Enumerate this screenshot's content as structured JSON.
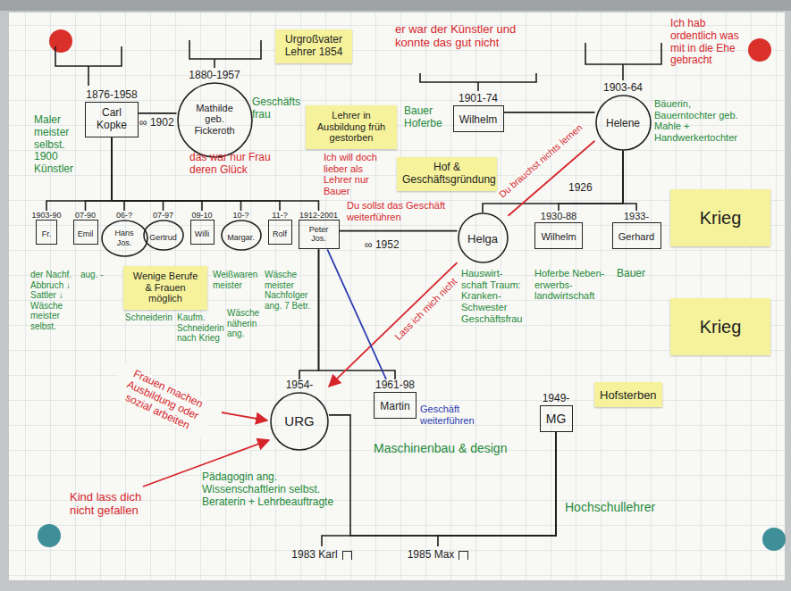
{
  "diagram": {
    "nodes": [
      {
        "text": [
          "1876-1958",
          "Carl Kopke"
        ]
      },
      {
        "text": [
          "1880-1957",
          "Mathilde geb. Fickeroth"
        ]
      },
      {
        "text": [
          "1901-74",
          "Wilhelm"
        ]
      },
      {
        "text": [
          "1903-64",
          "Helene"
        ]
      },
      {
        "text": [
          "Urgroßvater Lehrer 1854"
        ]
      },
      {
        "text": [
          "Lehrer in Ausbildung früh gestorben"
        ]
      },
      {
        "text": [
          "Hof & Geschäftsgründung"
        ]
      },
      {
        "text": [
          "1903-90",
          "Fr."
        ]
      },
      {
        "text": [
          "07-90",
          "Emil"
        ]
      },
      {
        "text": [
          "06-?",
          "Hans Jos."
        ]
      },
      {
        "text": [
          "07-97",
          "Gertrud"
        ]
      },
      {
        "text": [
          "09-10",
          "Willi"
        ]
      },
      {
        "text": [
          "10-?",
          "Margar."
        ]
      },
      {
        "text": [
          "11-?",
          "Rolf"
        ]
      },
      {
        "text": [
          "1912-2001",
          "Peter Jos."
        ]
      },
      {
        "text": [
          "Helga"
        ]
      },
      {
        "text": [
          "1930-88",
          "Wilhelm"
        ]
      },
      {
        "text": [
          "1933-",
          "Gerhard"
        ]
      },
      {
        "text": [
          "Krieg"
        ]
      },
      {
        "text": [
          "Wenige Berufe & Frauen möglich"
        ]
      },
      {
        "text": [
          "Krieg"
        ]
      },
      {
        "text": [
          "1954-",
          "URG"
        ]
      },
      {
        "text": [
          "1961-98",
          "Martin"
        ]
      },
      {
        "text": [
          "Hofsterben"
        ]
      },
      {
        "text": [
          "1949-",
          "MG"
        ]
      },
      {
        "text": [
          "1983 Karl"
        ]
      },
      {
        "text": [
          "1985 Max"
        ]
      }
    ],
    "edges": [
      {
        "from": 0,
        "to": 1,
        "arrow": "none"
      },
      {
        "from": 0,
        "to": 7,
        "arrow": "none"
      },
      {
        "from": 0,
        "to": 8,
        "arrow": "none"
      },
      {
        "from": 0,
        "to": 9,
        "arrow": "none"
      },
      {
        "from": 0,
        "to": 10,
        "arrow": "none"
      },
      {
        "from": 0,
        "to": 11,
        "arrow": "none"
      },
      {
        "from": 0,
        "to": 12,
        "arrow": "none"
      },
      {
        "from": 0,
        "to": 13,
        "arrow": "none"
      },
      {
        "from": 0,
        "to": 14,
        "arrow": "none"
      },
      {
        "from": 2,
        "to": 3,
        "arrow": "none"
      },
      {
        "from": 3,
        "to": 15,
        "arrow": "none"
      },
      {
        "from": 3,
        "to": 16,
        "arrow": "none"
      },
      {
        "from": 3,
        "to": 17,
        "arrow": "none"
      },
      {
        "from": 14,
        "to": 15,
        "arrow": "none"
      },
      {
        "from": 14,
        "to": 21,
        "arrow": "none"
      },
      {
        "from": 14,
        "to": 22,
        "arrow": "none"
      },
      {
        "from": 21,
        "to": 24,
        "arrow": "none"
      },
      {
        "from": 24,
        "to": 25,
        "arrow": "none"
      },
      {
        "from": 24,
        "to": 26,
        "arrow": "none"
      },
      {
        "from": 3,
        "to": 15,
        "arrow": "none"
      },
      {
        "from": 15,
        "to": 21,
        "arrow": "to"
      },
      {
        "from": 14,
        "to": 22,
        "arrow": "none"
      }
    ],
    "labels": [
      "Maler meister selbst. 1900 Künstler",
      "Geschäfts frau",
      "∞ 1902",
      "das war nur Frau deren Glück",
      "er war der Künstler und konnte das gut nicht",
      "Bauer Hoferbe",
      "Ich hab ordentlich was mit in die Ehe gebracht",
      "Bäuerin, Bauerntochter geb. Mahle + Handwerkertochter",
      "1926",
      "Du brauchst nichts lernen",
      "Ich will doch lieber als Lehrer nur Bauer",
      "Du sollst das Geschäft weiterführen",
      "∞ 1952",
      "der Nachf. Abbruch ↓ Sattler ↓ Wäsche meister selbst.",
      "aug. -",
      "Weißwaren meister",
      "Wäsche meister Nachfolger ang. 7 Betr.",
      "Schneiderin",
      "Kaufm. Schneiderin nach Krieg",
      "Wäsche näherin ang.",
      "Lass ich mich nicht",
      "Hauswirt- schaft Traum: Kranken- Schwester Geschäftsfrau",
      "Hoferbe Neben- erwerbs- landwirtschaft",
      "Bauer",
      "Frauen machen Ausbildung oder sozial arbeiten",
      "Pädagogin ang. Wissenschaftlerin selbst. Beraterin + Lehrbeauftragte",
      "Geschäft weiterführen",
      "Maschinenbau & design",
      "Hochschullehrer",
      "Kind lass dich nicht gefallen"
    ]
  }
}
